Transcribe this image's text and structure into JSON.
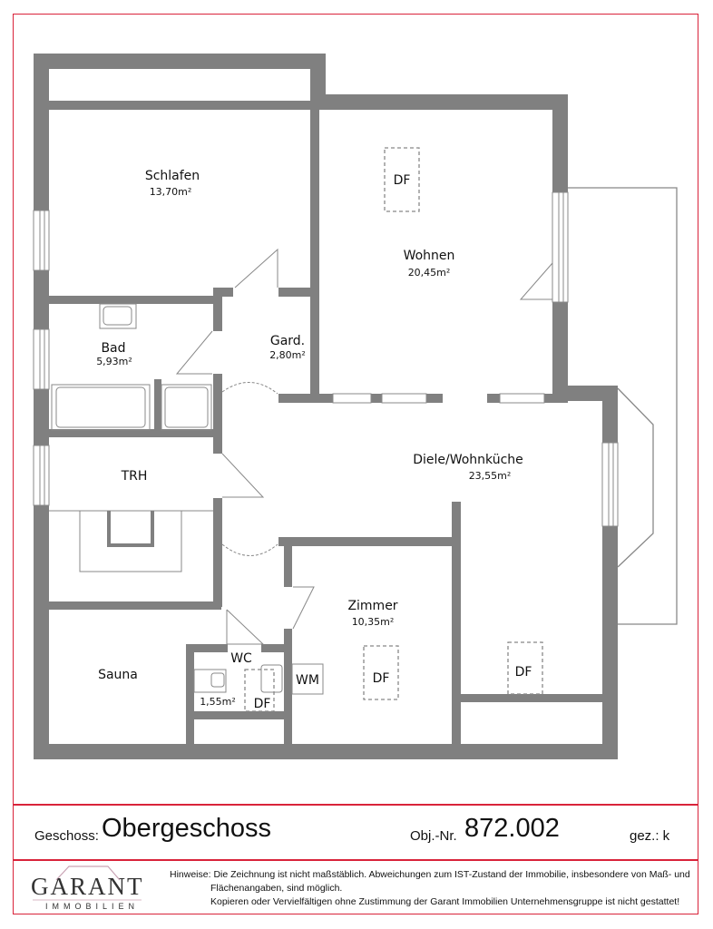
{
  "colors": {
    "wall": "#808080",
    "frame": "#d9233a",
    "line": "#888888"
  },
  "rooms": [
    {
      "name": "Schlafen",
      "area": "13,70m²"
    },
    {
      "name": "Wohnen",
      "area": "20,45m²"
    },
    {
      "name": "Bad",
      "area": "5,93m²"
    },
    {
      "name": "Gard.",
      "area": "2,80m²"
    },
    {
      "name": "TRH",
      "area": ""
    },
    {
      "name": "Diele/Wohnküche",
      "area": "23,55m²"
    },
    {
      "name": "Zimmer",
      "area": "10,35m²"
    },
    {
      "name": "Sauna",
      "area": ""
    },
    {
      "name": "WC",
      "area": "1,55m²"
    }
  ],
  "fixtures": {
    "df": "DF",
    "wm": "WM"
  },
  "title_block": {
    "geschoss_label": "Geschoss:",
    "geschoss_value": "Obergeschoss",
    "obj_label": "Obj.-Nr.",
    "obj_value": "872.002",
    "gez_label": "gez.: k"
  },
  "logo": {
    "main": "GARANT",
    "sub": "IMMOBILIEN"
  },
  "notes": {
    "label": "Hinweise:",
    "line1": "Die Zeichnung ist nicht maßstäblich. Abweichungen zum IST-Zustand der Immobilie, insbesondere von Maß- und",
    "line2": "Flächenangaben, sind möglich.",
    "line3": "Kopieren oder Vervielfältigen ohne Zustimmung der Garant Immobilien Unternehmensgruppe ist nicht gestattet!"
  }
}
